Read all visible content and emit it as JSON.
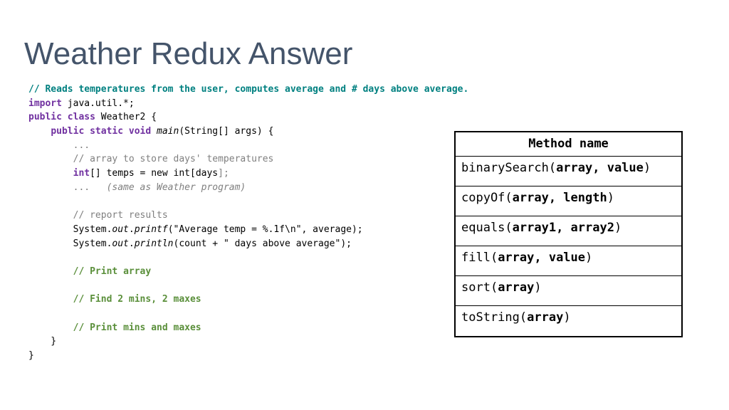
{
  "title": "Weather Redux Answer",
  "code": {
    "l1": "// Reads temperatures from the user, computes average and # days above average.",
    "l2_kw": "import",
    "l2_rest": " java.util.*;",
    "l3_kw": "public class",
    "l3_rest": " Weather2 {",
    "l4_indent": "    ",
    "l4_kw": "public static void",
    "l4_sp": " ",
    "l4_it": "main",
    "l4_rest": "(String[] args) {",
    "l5": "        ...",
    "l6": "        // array to store days' temperatures",
    "l7_indent": "        ",
    "l7_kw": "int",
    "l7_rest": "[] temps = new int[days",
    "l7_end": "];",
    "l8_a": "        ...   ",
    "l8_b": "(same as Weather program)",
    "l10": "        // report results",
    "l11_a": "        System.",
    "l11_it1": "out",
    "l11_dot": ".",
    "l11_it2": "printf",
    "l11_rest": "(\"Average temp = %.1f\\n\", average);",
    "l12_a": "        System.",
    "l12_it1": "out",
    "l12_dot": ".",
    "l12_it2": "println",
    "l12_rest": "(count + \" days above average\");",
    "l14_indent": "        ",
    "l14": "// Print array",
    "l16_indent": "        ",
    "l16": "// Find 2 mins, 2 maxes",
    "l18_indent": "        ",
    "l18": "// Print mins and maxes",
    "l19": "    }",
    "l20": "}"
  },
  "table": {
    "header": "Method name",
    "rows": [
      {
        "name": "binarySearch(",
        "args": "array, value",
        "close": ")"
      },
      {
        "name": "copyOf(",
        "args": "array, length",
        "close": ")"
      },
      {
        "name": "equals(",
        "args": "array1, array2",
        "close": ")"
      },
      {
        "name": "fill(",
        "args": "array, value",
        "close": ")"
      },
      {
        "name": "sort(",
        "args": "array",
        "close": ")"
      },
      {
        "name": "toString(",
        "args": "array",
        "close": ")"
      }
    ]
  }
}
